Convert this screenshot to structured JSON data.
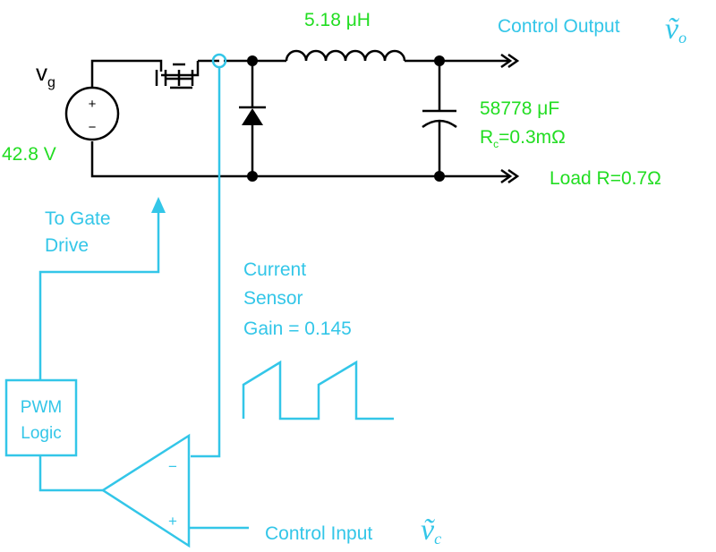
{
  "colors": {
    "power": "#000000",
    "values": "#22dd22",
    "control": "#33c6e8"
  },
  "source": {
    "symbol": "v",
    "subscript": "g",
    "voltage": "42.8 V",
    "plus": "+",
    "minus": "−"
  },
  "inductor": {
    "value": "5.18 μH"
  },
  "capacitor": {
    "value": "58778 μF",
    "esr_prefix": "R",
    "esr_sub": "c",
    "esr_value": "=0.3mΩ"
  },
  "load": {
    "label": "Load R=0.7Ω"
  },
  "output": {
    "label": "Control Output",
    "symbol": "ṽ",
    "subscript": "o"
  },
  "gate": {
    "line1": "To Gate",
    "line2": "Drive"
  },
  "sensor": {
    "line1": "Current",
    "line2": "Sensor",
    "line3": "Gain = 0.145"
  },
  "pwm": {
    "line1": "PWM",
    "line2": "Logic"
  },
  "comparator": {
    "minus": "−",
    "plus": "+"
  },
  "input": {
    "label": "Control Input",
    "symbol": "ṽ",
    "subscript": "c"
  },
  "icons": [
    "mosfet-icon",
    "diode-icon",
    "inductor-icon",
    "capacitor-icon",
    "voltage-source-icon",
    "comparator-icon",
    "ramp-waveform-icon"
  ]
}
